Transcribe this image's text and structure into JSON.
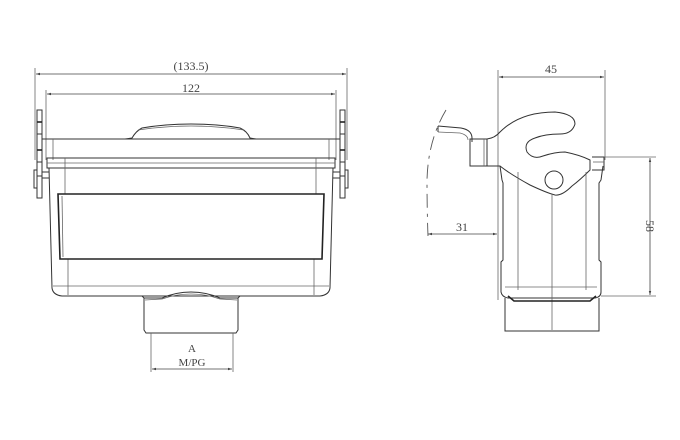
{
  "drawing": {
    "type": "technical-dimension-drawing",
    "subject": "hood / connector housing with lever",
    "front_view": {
      "dimensions": {
        "overall_width": "(133.5)",
        "inner_width": "122"
      },
      "cable_entry": {
        "label_a": "A",
        "label_thread": "M/PG"
      }
    },
    "side_view": {
      "dimensions": {
        "width": "45",
        "lever_offset": "31",
        "height": "58"
      }
    }
  }
}
